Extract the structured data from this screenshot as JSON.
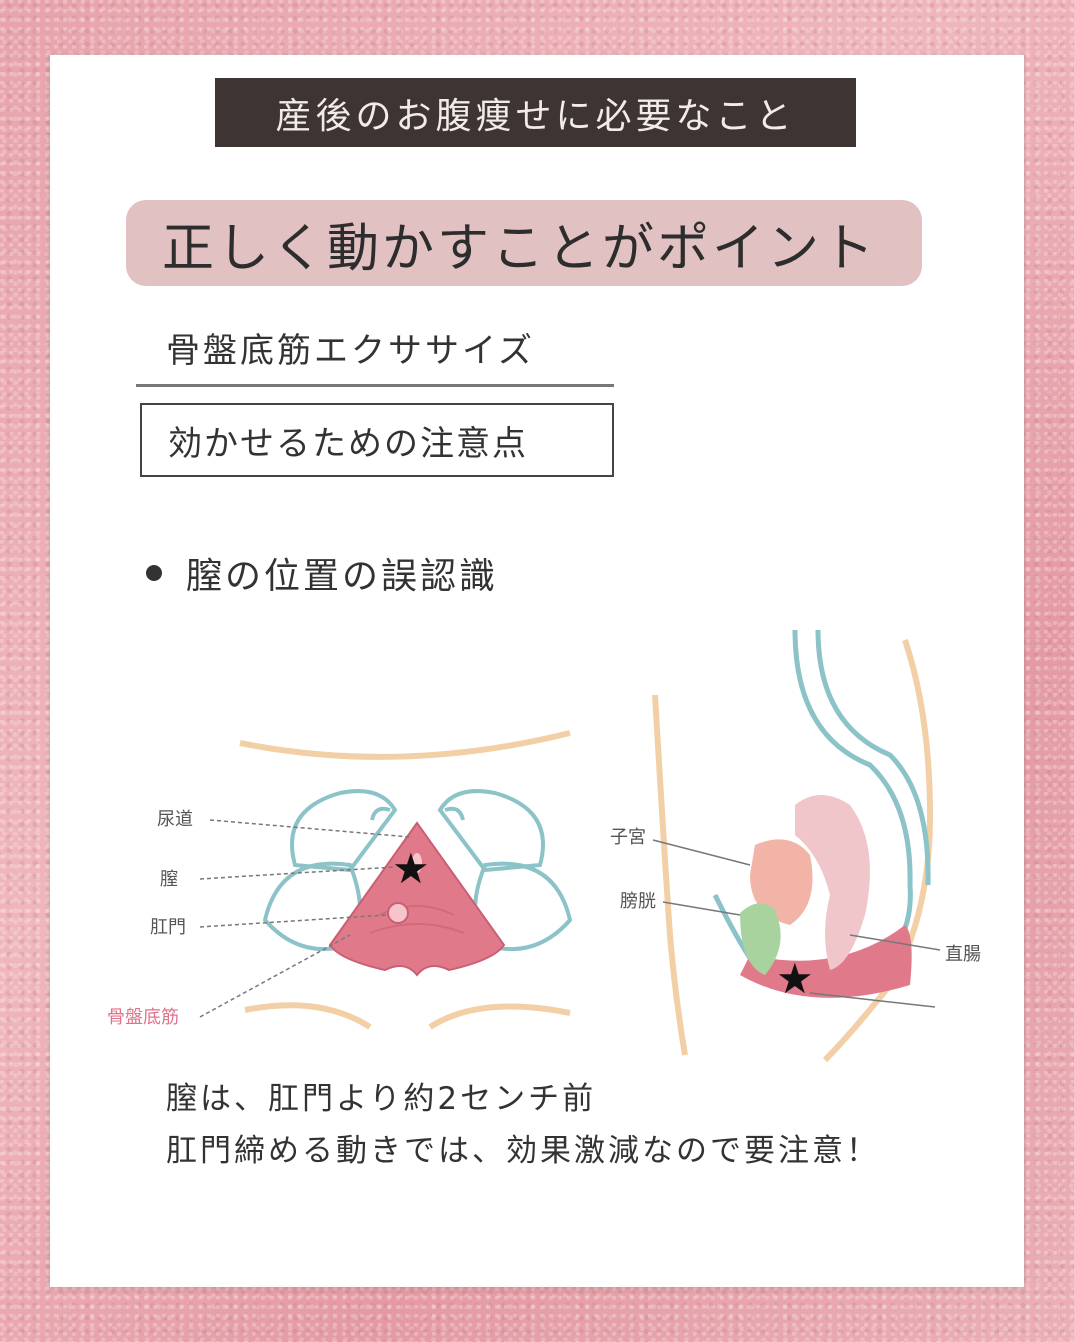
{
  "header": {
    "title": "産後のお腹痩せに必要なこと"
  },
  "pill": {
    "text": "正しく動かすことがポイント"
  },
  "section": {
    "subtitle": "骨盤底筋エクササイズ",
    "boxed": "効かせるための注意点",
    "bullet": "膣の位置の誤認識"
  },
  "diagram": {
    "left_labels": {
      "urethra": "尿道",
      "vagina": "膣",
      "anus": "肛門",
      "pelvic_floor": "骨盤底筋"
    },
    "right_labels": {
      "uterus": "子宮",
      "bladder": "膀胱",
      "rectum": "直腸"
    },
    "marker": "★",
    "colors": {
      "muscle": "#e07a8a",
      "bone": "#8cc3c8",
      "skin": "#f3cfa6",
      "uterus": "#f2b4a6",
      "bladder": "#a9d39e",
      "rectum": "#f1c6cb",
      "pelvic_floor_label": "#e0728a"
    }
  },
  "bottom": {
    "line1": "膣は、肛門より約2センチ前",
    "line2": "肛門締める動きでは、効果激減なので要注意！"
  }
}
